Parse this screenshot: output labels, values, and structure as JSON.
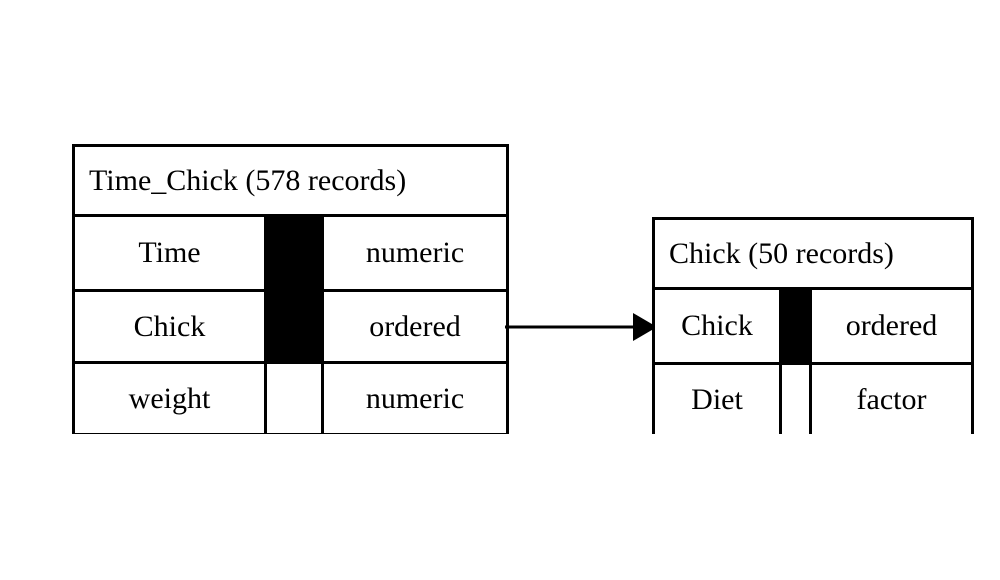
{
  "diagram": {
    "type": "entity-relationship",
    "title_present": false,
    "background_color": "#ffffff",
    "line_color": "#000000",
    "key_block_color": "#000000",
    "tables": [
      {
        "id": "time-chick",
        "header": "Time_Chick (578 records)",
        "name": "Time_Chick",
        "record_count": "578 records",
        "fields": [
          {
            "name": "Time",
            "type": "numeric",
            "is_key": true
          },
          {
            "name": "Chick",
            "type": "ordered",
            "is_key": true
          },
          {
            "name": "weight",
            "type": "numeric",
            "is_key": false
          }
        ]
      },
      {
        "id": "chick",
        "header": "Chick (50 records)",
        "name": "Chick",
        "record_count": "50 records",
        "fields": [
          {
            "name": "Chick",
            "type": "ordered",
            "is_key": true
          },
          {
            "name": "Diet",
            "type": "factor",
            "is_key": false
          }
        ]
      }
    ],
    "relationship": {
      "from_table": "Time_Chick",
      "from_field": "Chick",
      "to_table": "Chick",
      "to_field": "Chick",
      "arrow_direction": "right",
      "arrow_style": "solid-filled-head"
    }
  }
}
